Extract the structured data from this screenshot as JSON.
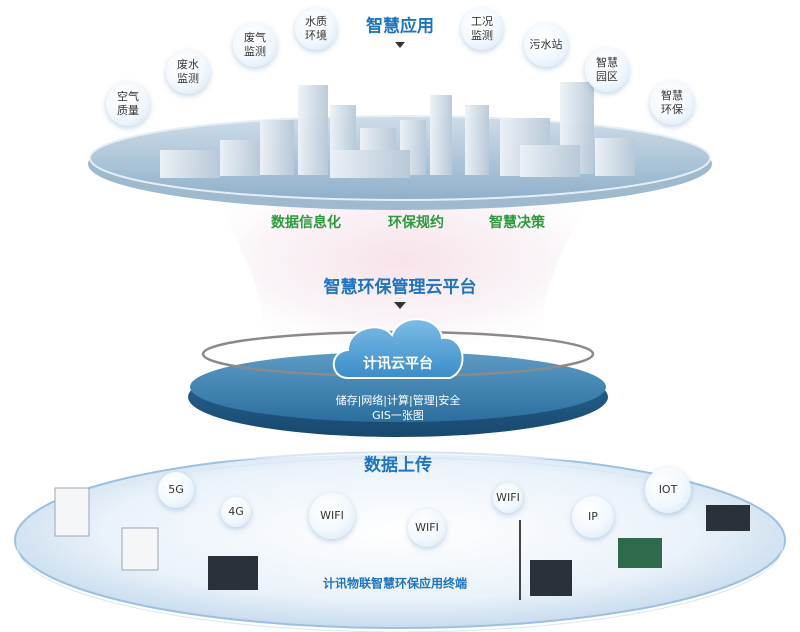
{
  "top": {
    "title": "智慧应用",
    "bubbles": [
      {
        "text": "空气\n质量"
      },
      {
        "text": "废水\n监测"
      },
      {
        "text": "废气\n监测"
      },
      {
        "text": "水质\n环境"
      },
      {
        "text": "工况\n监测"
      },
      {
        "text": "污水站"
      },
      {
        "text": "智慧\n园区"
      },
      {
        "text": "智慧\n环保"
      }
    ],
    "features": [
      "数据信息化",
      "环保规约",
      "智慧决策"
    ]
  },
  "middle": {
    "platform_title": "智慧环保管理云平台",
    "cloud_label": "计讯云平台",
    "services_line1": "储存|网络|计算|管理|安全",
    "services_line2": "GIS一张图"
  },
  "bottom": {
    "upload_title": "数据上传",
    "signals": [
      "5G",
      "4G",
      "WIFI",
      "WIFI",
      "WIFI",
      "IP",
      "IOT"
    ],
    "terminal_label": "计讯物联智慧环保应用终端"
  },
  "colors": {
    "title_blue": "#1e74c0",
    "feature_green": "#2c9a3c",
    "platform_teal": "#3e87b4"
  }
}
